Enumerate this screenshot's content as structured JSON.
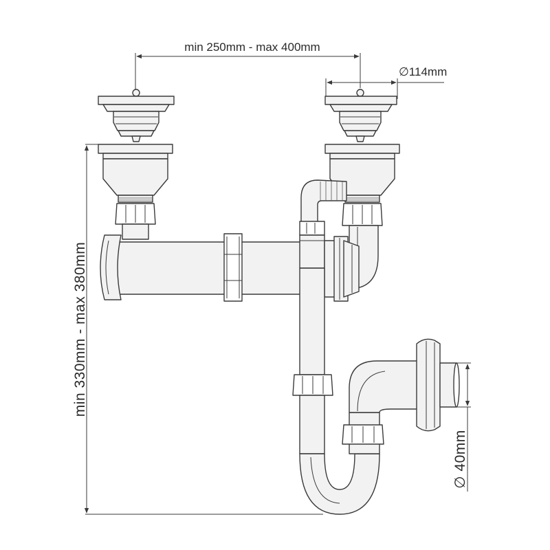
{
  "dimensions": {
    "spacing_label": "min 250mm - max 400mm",
    "strainer_diameter_label": "∅114mm",
    "height_label": "min 330mm - max 380mm",
    "outlet_diameter_label": "∅ 40mm"
  },
  "colors": {
    "line": "#3a3a3a",
    "fill": "#f2f2f2",
    "background": "#ffffff"
  }
}
